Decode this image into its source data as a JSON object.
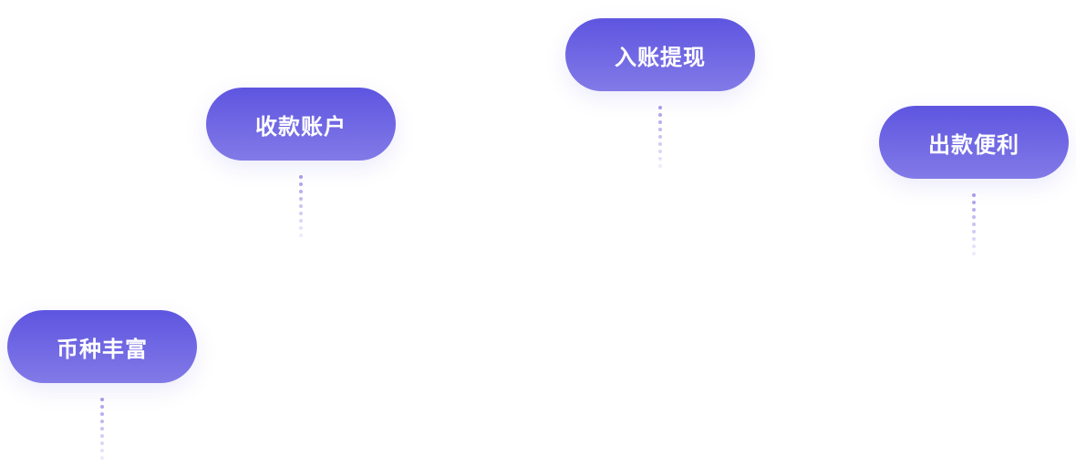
{
  "items": [
    {
      "label": "收款账户"
    },
    {
      "label": "入账提现"
    },
    {
      "label": "出款便利"
    },
    {
      "label": "币种丰富"
    }
  ],
  "colors": {
    "pill_top": "#5e55e0",
    "pill_bottom": "#827ae7",
    "dots": "#a49cea"
  }
}
